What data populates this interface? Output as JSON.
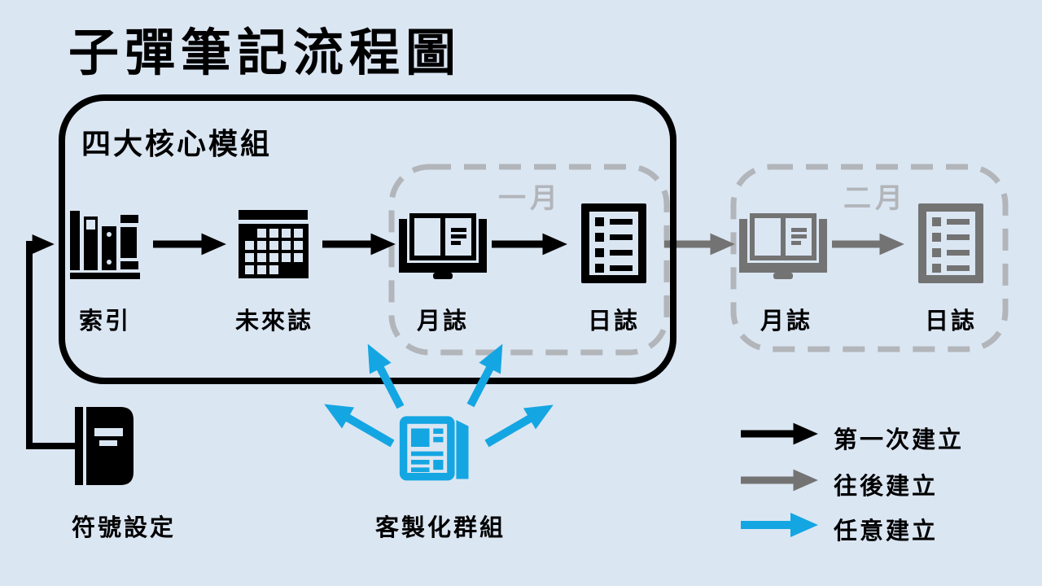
{
  "title": "子彈筆記流程圖",
  "colors": {
    "background": "#dbe6f3",
    "ink": "#000000",
    "gray": "#737373",
    "light_gray": "#b2b5b9",
    "blue": "#14a6e2"
  },
  "core_box": {
    "label": "四大核心模組"
  },
  "months": [
    {
      "label": "一月"
    },
    {
      "label": "二月"
    }
  ],
  "nodes": {
    "index": {
      "label": "索引",
      "icon": "books-icon"
    },
    "future_log": {
      "label": "未來誌",
      "icon": "calendar-icon"
    },
    "monthly_log_jan": {
      "label": "月誌",
      "icon": "open-book-icon"
    },
    "daily_log_jan": {
      "label": "日誌",
      "icon": "list-icon"
    },
    "monthly_log_feb": {
      "label": "月誌",
      "icon": "open-book-icon"
    },
    "daily_log_feb": {
      "label": "日誌",
      "icon": "list-icon"
    },
    "symbol_settings": {
      "label": "符號設定",
      "icon": "notebook-icon"
    },
    "custom_collections": {
      "label": "客製化群組",
      "icon": "newspaper-icon"
    }
  },
  "legend": {
    "items": [
      {
        "label": "第一次建立",
        "color": "#000000"
      },
      {
        "label": "往後建立",
        "color": "#737373"
      },
      {
        "label": "任意建立",
        "color": "#14a6e2"
      }
    ]
  }
}
